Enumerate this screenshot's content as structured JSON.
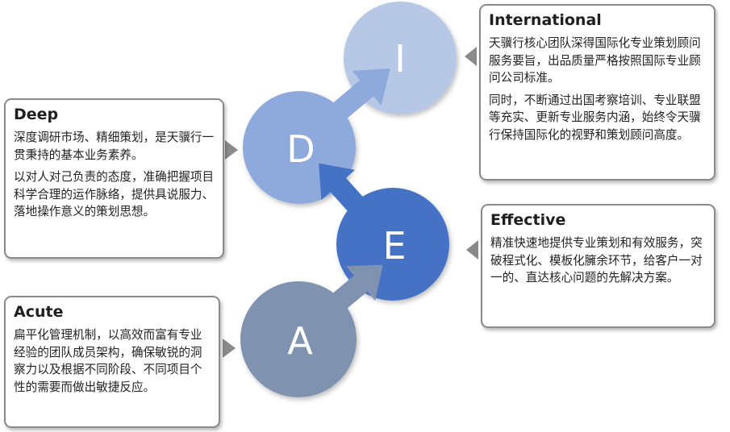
{
  "circles": {
    "i": {
      "letter": "I",
      "color": "#b7c8e6"
    },
    "d": {
      "letter": "D",
      "color": "#8ea9dc"
    },
    "e": {
      "letter": "E",
      "color": "#4472c4"
    },
    "a": {
      "letter": "A",
      "color": "#7f93b0"
    }
  },
  "cards": {
    "international": {
      "title": "International",
      "paragraphs": [
        "天骥行核心团队深得国际化专业策划顾问服务要旨，出品质量严格按照国际专业顾问公司标准。",
        "同时，不断通过出国考察培训、专业联盟等充实、更新专业服务内涵，始终令天骥行保持国际化的视野和策划顾问高度。"
      ]
    },
    "deep": {
      "title": "Deep",
      "paragraphs": [
        "深度调研市场、精细策划，是天骥行一贯秉持的基本业务素养。",
        "以对人对己负责的态度，准确把握项目科学合理的运作脉络，提供具说服力、落地操作意义的策划思想。"
      ]
    },
    "effective": {
      "title": "Effective",
      "paragraphs": [
        "精准快速地提供专业策划和有效服务，突破程式化、模板化臃余环节，给客户一对一的、直达核心问题的先解决方案。"
      ]
    },
    "acute": {
      "title": "Acute",
      "paragraphs": [
        "扁平化管理机制，以高效而富有专业经验的团队成员架构，确保敏锐的洞察力以及根据不同阶段、不同项目个性的需要而做出敏捷反应。"
      ]
    }
  },
  "colors": {
    "card_border": "#8a8a8a",
    "pointer": "#8a8a8a"
  }
}
